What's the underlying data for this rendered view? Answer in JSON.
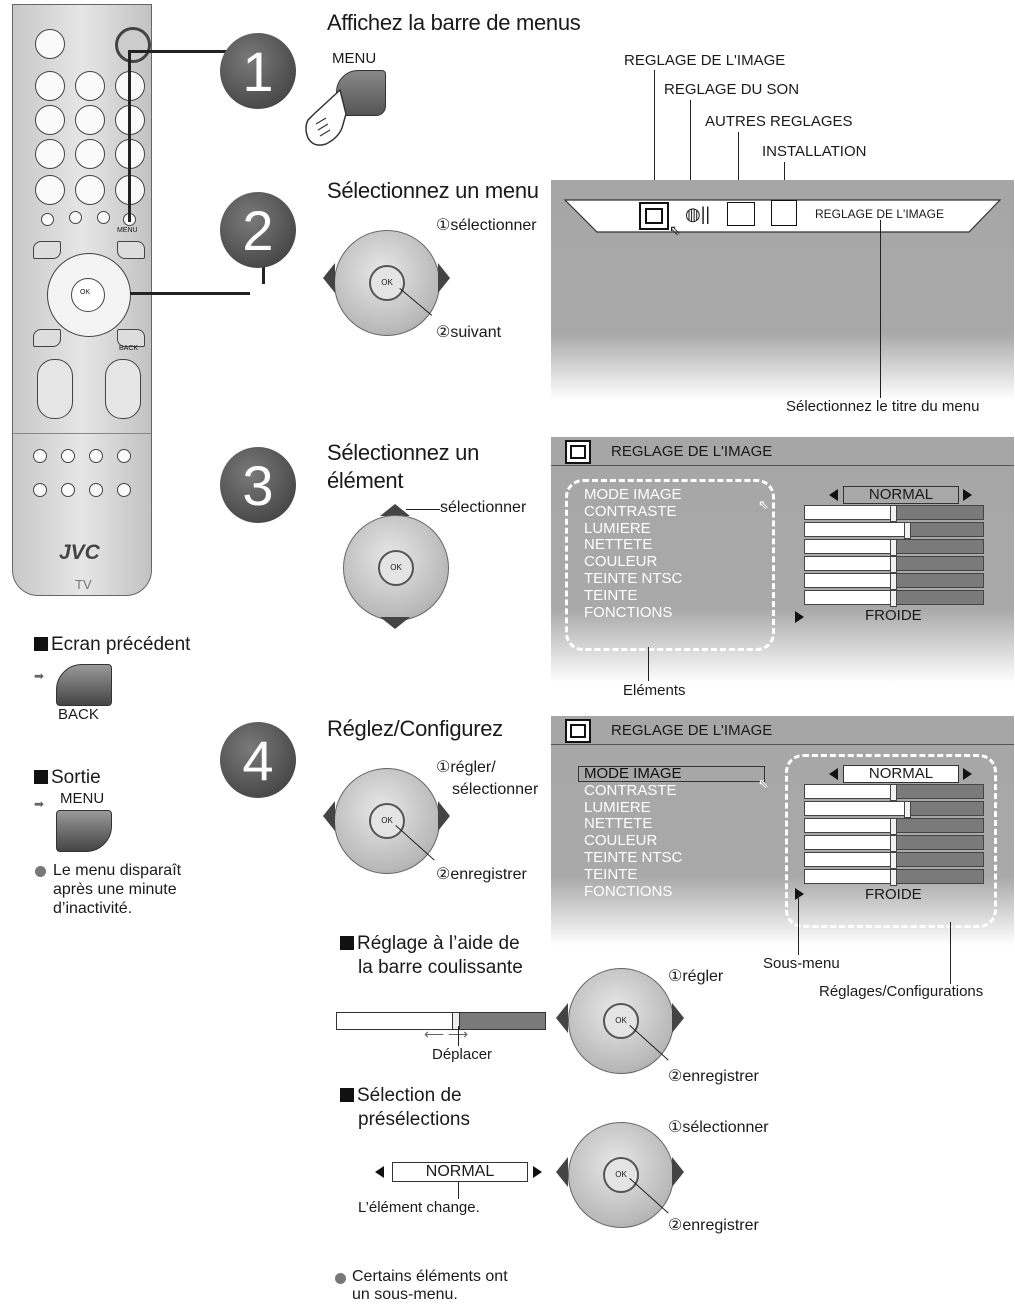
{
  "remote": {
    "menu_label": "MENU",
    "back_label": "BACK",
    "ok_label": "OK",
    "brand": "JVC",
    "tv_label": "TV"
  },
  "steps": {
    "s1": {
      "number": "1",
      "title": "Affichez la barre de menus",
      "button": "MENU"
    },
    "s2": {
      "number": "2",
      "title": "Sélectionnez un menu",
      "select": "①sélectionner",
      "next": "②suivant"
    },
    "s3": {
      "number": "3",
      "title_line1": "Sélectionnez un",
      "title_line2": "élément",
      "select": "sélectionner"
    },
    "s4": {
      "number": "4",
      "title": "Réglez/Configurez",
      "adjust1": "①régler/",
      "adjust2": "sélectionner",
      "save": "②enregistrer"
    }
  },
  "menubar": {
    "labels": [
      "REGLAGE DE L'IMAGE",
      "REGLAGE DU SON",
      "AUTRES REGLAGES",
      "INSTALLATION"
    ],
    "current": "REGLAGE DE L'IMAGE",
    "caption": "Sélectionnez le titre du menu"
  },
  "picture_menu": {
    "title": "REGLAGE DE L'IMAGE",
    "items": [
      "MODE IMAGE",
      "CONTRASTE",
      "LUMIERE",
      "NETTETE",
      "COULEUR",
      "TEINTE NTSC",
      "TEINTE",
      "FONCTIONS"
    ],
    "mode_value": "NORMAL",
    "bar_levels": [
      0.5,
      0.58,
      0.5,
      0.5,
      0.5,
      0.5
    ],
    "functions_value": "FROIDE",
    "elements_caption": "Eléments",
    "submenu_caption": "Sous-menu",
    "settings_caption": "Réglages/Configurations"
  },
  "side": {
    "prev_title": "Ecran précédent",
    "back": "BACK",
    "exit_title": "Sortie",
    "menu": "MENU",
    "note": [
      "Le menu disparaît",
      "après une minute",
      "d’inactivité."
    ]
  },
  "slider_section": {
    "title1": "Réglage à l’aide de",
    "title2": "la barre coulissante",
    "move": "Déplacer",
    "adjust": "①régler",
    "save": "②enregistrer",
    "level": 0.57
  },
  "preset_section": {
    "title1": "Sélection de",
    "title2": "présélections",
    "value": "NORMAL",
    "caption": "L’élément change.",
    "select": "①sélectionner",
    "save": "②enregistrer"
  },
  "footer_note": [
    "Certains éléments ont",
    "un sous-menu."
  ]
}
